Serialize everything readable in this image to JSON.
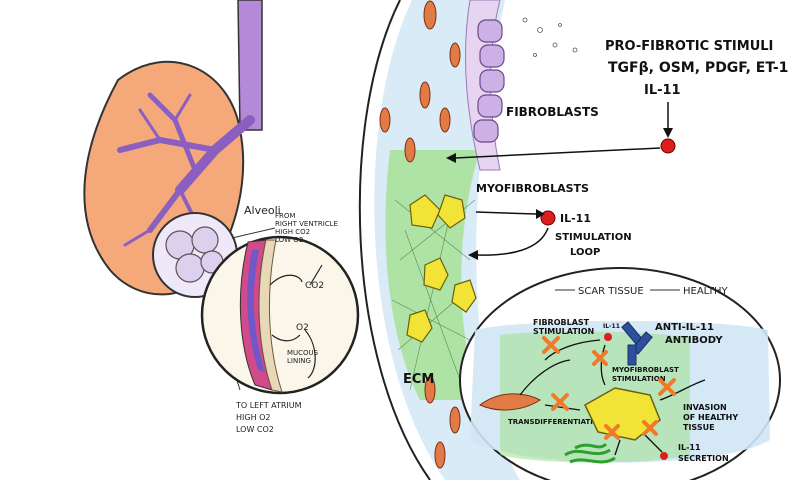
{
  "labels": {
    "alveoli": "Alveoli",
    "from_rv_1": "FROM",
    "from_rv_2": "RIGHT VENTRICLE",
    "high_co2": "HIGH CO2",
    "low_o2": "LOW O2",
    "co2": "CO2",
    "o2": "O2",
    "mucous_1": "MUCOUS",
    "mucous_2": "LINING",
    "to_la": "TO LEFT ATRIUM",
    "high_o2": "HIGH O2",
    "low_co2": "LOW CO2",
    "stimuli_title": "PRO-FIBROTIC STIMULI",
    "stimuli_list": "TGFβ, OSM, PDGF, ET-1",
    "il11_top": "IL-11",
    "fibroblasts": "FIBROBLASTS",
    "myofibroblasts": "MYOFIBROBLASTS",
    "il11_loop": "IL-11",
    "stimulation": "STIMULATION",
    "loop": "LOOP",
    "ecm": "ECM",
    "scar_tissue": "SCAR TISSUE",
    "healthy": "HEALTHY",
    "fibroblast_stim_1": "FIBROBLAST",
    "fibroblast_stim_2": "STIMULATION",
    "il11_inset": "IL-11",
    "anti_1": "ANTI-IL-11",
    "anti_2": "ANTIBODY",
    "myo_stim_1": "MYOFIBROBLAST",
    "myo_stim_2": "STIMULATION",
    "invasion_1": "INVASION",
    "invasion_2": "OF HEALTHY",
    "invasion_3": "TISSUE",
    "transdiff": "TRANSDIFFERENTIATION",
    "il11_sec_1": "IL-11",
    "il11_sec_2": "SECRETION"
  },
  "colors": {
    "lung": "#f5a97a",
    "airway": "#b48ad8",
    "il11_dot": "#e01d1d",
    "cross": "#f07a2a",
    "ecm_green": "#9fe08a",
    "tissue_blue": "#cfe6f5",
    "fibroblast": "#e27a45",
    "myofibroblast": "#f2e436",
    "antibody": "#2e4f9e"
  }
}
